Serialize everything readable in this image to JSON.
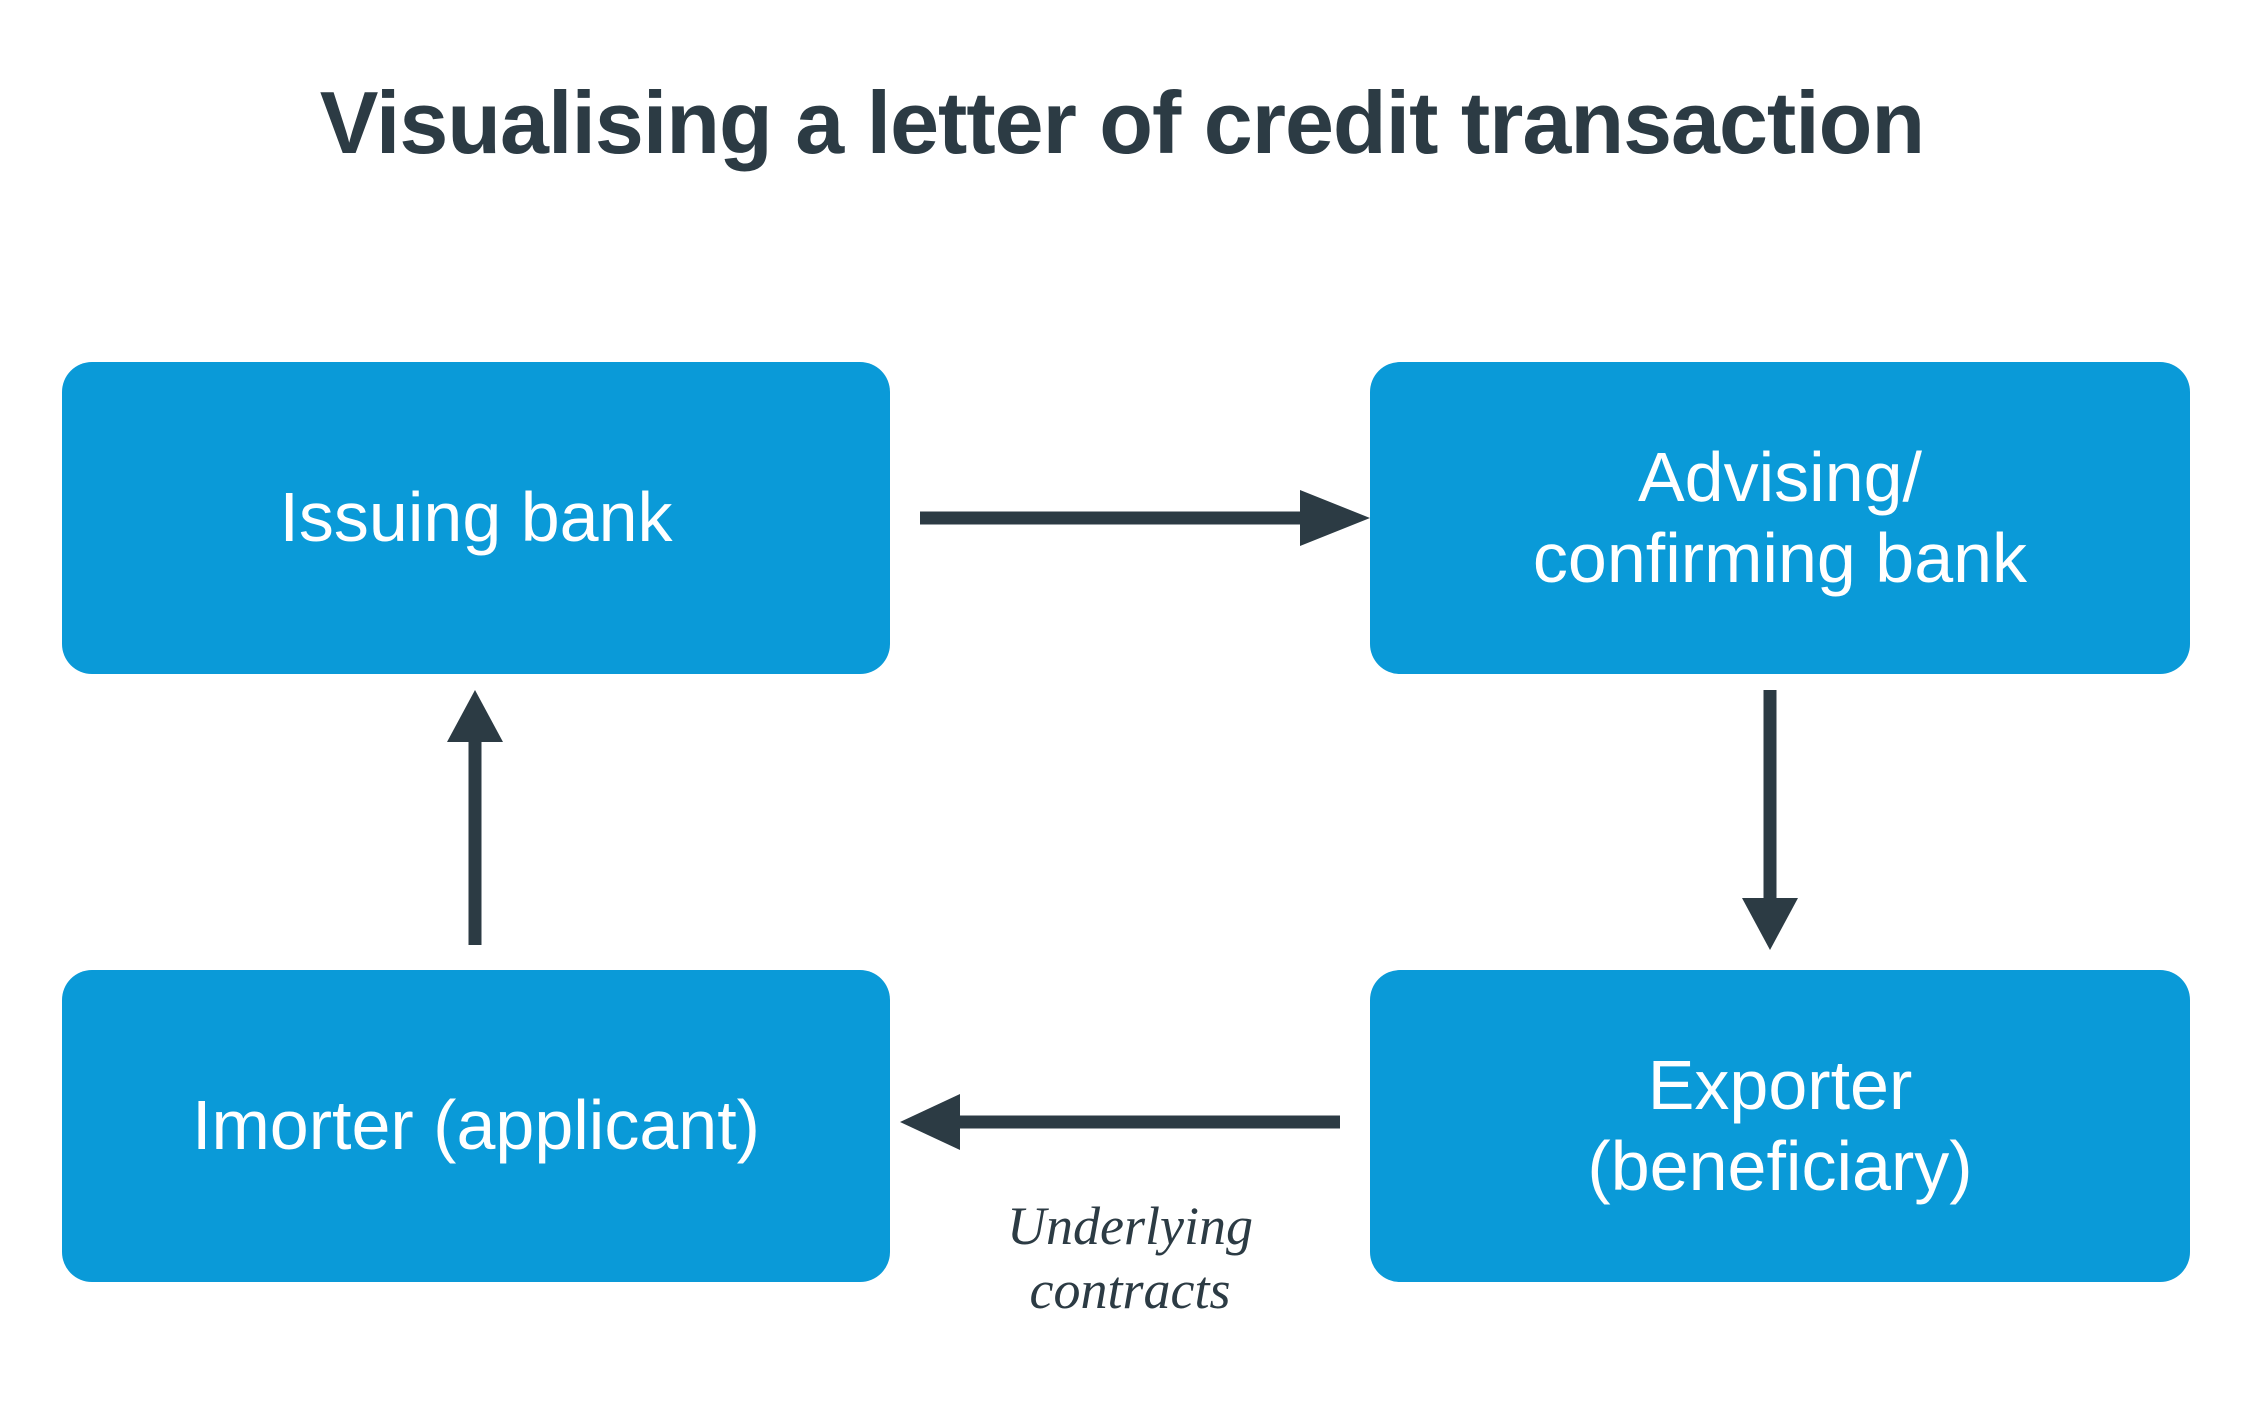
{
  "page": {
    "title": "Visualising a letter of credit transaction",
    "background_color": "#ffffff"
  },
  "theme": {
    "box_fill": "#0A9AD8",
    "box_text": "#ffffff",
    "ink": "#2C3B44",
    "arrow_color": "#2C3B44"
  },
  "diagram": {
    "type": "flow",
    "nodes": [
      {
        "id": "issuing-bank",
        "label": "Issuing bank",
        "position": "top-left"
      },
      {
        "id": "advising-confirming-bank",
        "label": "Advising/\nconfirming bank",
        "position": "top-right"
      },
      {
        "id": "importer-applicant",
        "label": "Imorter (applicant)",
        "position": "bottom-left"
      },
      {
        "id": "exporter-beneficiary",
        "label": "Exporter\n(beneficiary)",
        "position": "bottom-right"
      }
    ],
    "edges": [
      {
        "id": "issuing-to-advising",
        "from": "issuing-bank",
        "to": "advising-confirming-bank",
        "direction": "right",
        "label": ""
      },
      {
        "id": "advising-to-exporter",
        "from": "advising-confirming-bank",
        "to": "exporter-beneficiary",
        "direction": "down",
        "label": ""
      },
      {
        "id": "exporter-to-importer",
        "from": "exporter-beneficiary",
        "to": "importer-applicant",
        "direction": "left",
        "label": "Underlying\ncontracts"
      },
      {
        "id": "importer-to-issuing",
        "from": "importer-applicant",
        "to": "issuing-bank",
        "direction": "up",
        "label": ""
      }
    ],
    "captions": [
      {
        "id": "underlying-contracts",
        "text": "Underlying\ncontracts"
      }
    ]
  }
}
